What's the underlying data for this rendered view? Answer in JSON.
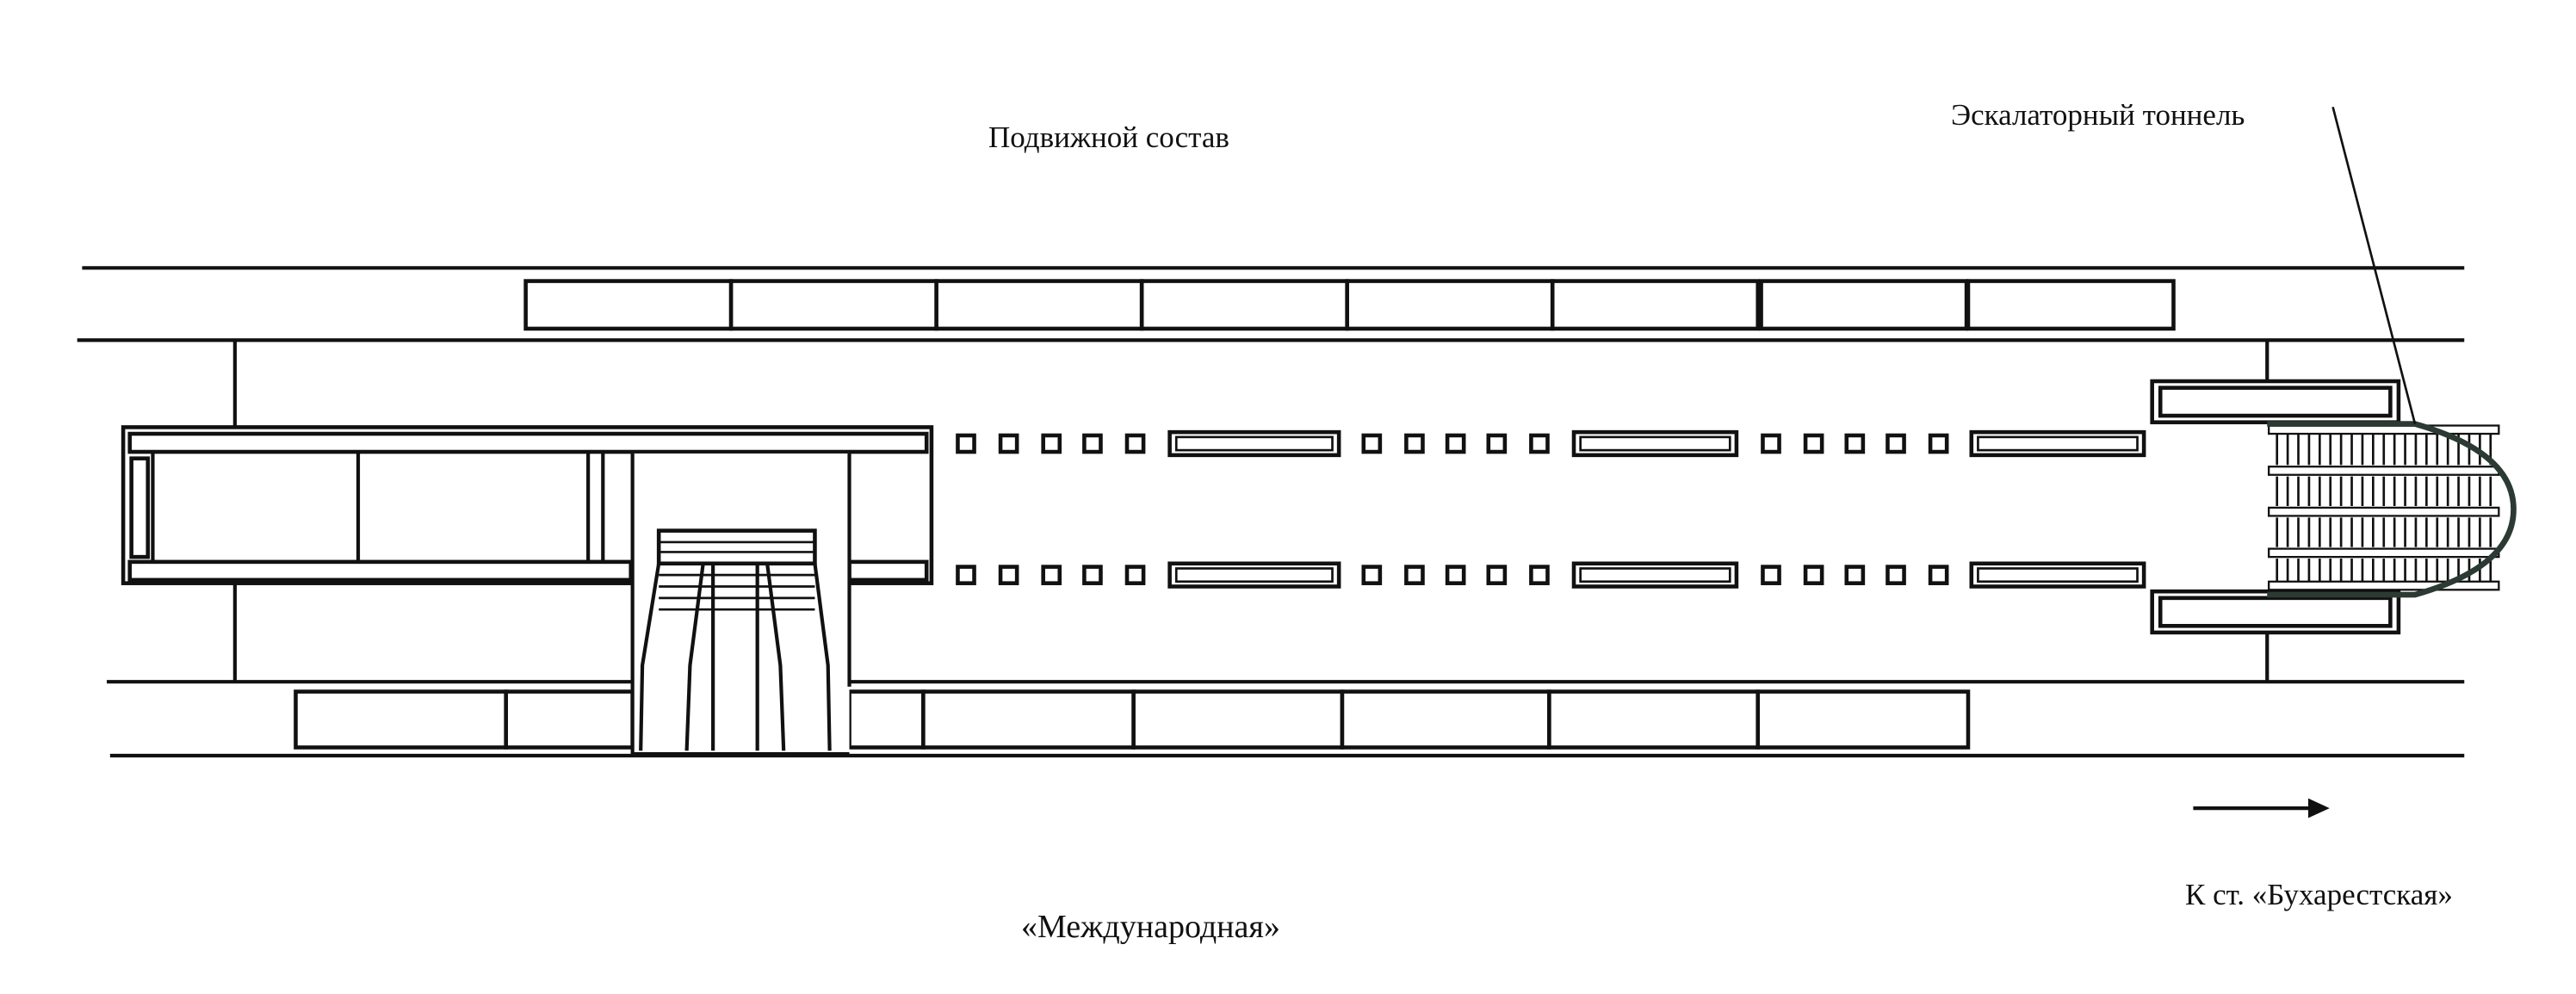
{
  "labels": {
    "rolling_stock": "Подвижной состав",
    "escalator_tunnel": "Эскалаторный тоннель",
    "station_name": "«Международная»",
    "direction": "К ст. «Бухарестская»"
  },
  "icons": {
    "direction_arrow": "arrow-right-icon"
  },
  "colors": {
    "line": "#111111",
    "tunnel_outline": "#2b3a33",
    "background": "#ffffff"
  }
}
